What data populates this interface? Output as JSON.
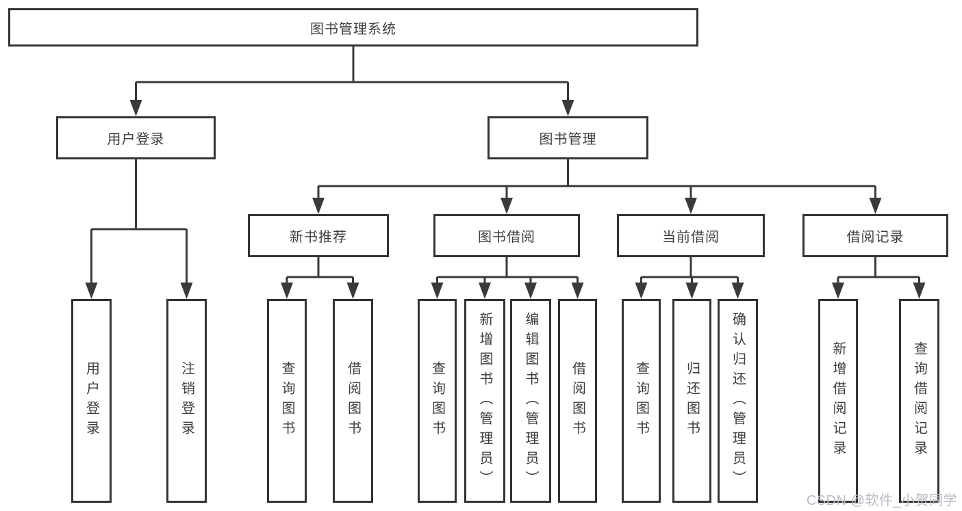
{
  "tree": {
    "root": "图书管理系统",
    "branches": [
      {
        "label": "用户登录",
        "children": [
          {
            "label": "用户登录"
          },
          {
            "label": "注销登录"
          }
        ]
      },
      {
        "label": "图书管理",
        "children": [
          {
            "label": "新书推荐",
            "children": [
              {
                "label": "查询图书"
              },
              {
                "label": "借阅图书"
              }
            ]
          },
          {
            "label": "图书借阅",
            "children": [
              {
                "label": "查询图书"
              },
              {
                "label": "新增图书（管理员）"
              },
              {
                "label": "编辑图书（管理员）"
              },
              {
                "label": "借阅图书"
              }
            ]
          },
          {
            "label": "当前借阅",
            "children": [
              {
                "label": "查询图书"
              },
              {
                "label": "归还图书"
              },
              {
                "label": "确认归还（管理员）"
              }
            ]
          },
          {
            "label": "借阅记录",
            "children": [
              {
                "label": "新增借阅记录"
              },
              {
                "label": "查询借阅记录"
              }
            ]
          }
        ]
      }
    ]
  },
  "watermark": "CSDN @软件_小贺同学",
  "colors": {
    "line": "#3a3a3a",
    "box_border": "#333333",
    "text": "#3d3d3d",
    "background": "#ffffff",
    "watermark": "#b7bbc2"
  }
}
